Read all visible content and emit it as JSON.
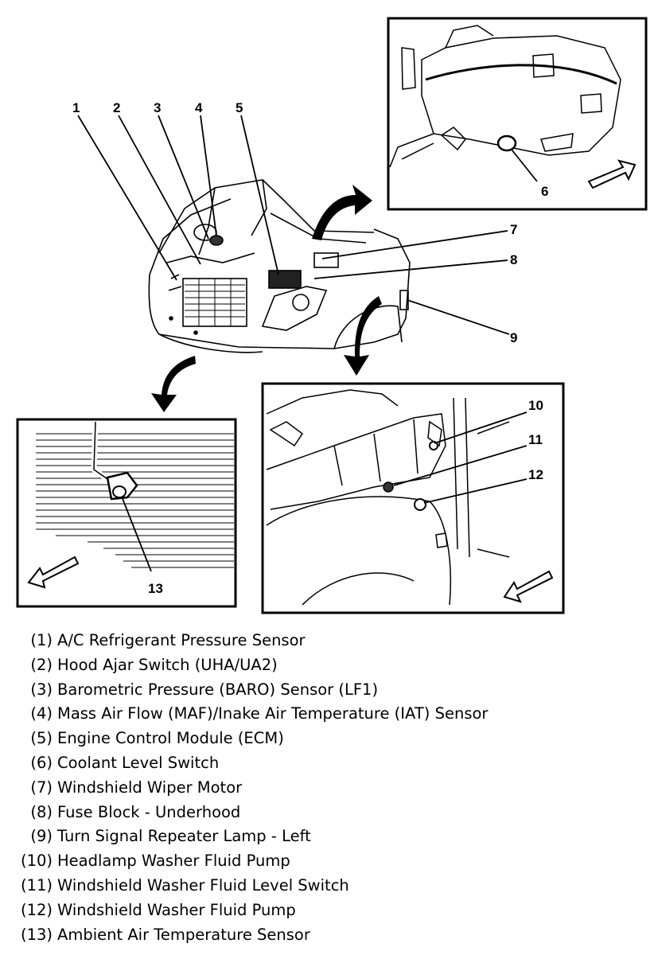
{
  "callouts": [
    "1",
    "2",
    "3",
    "4",
    "5",
    "6",
    "7",
    "8",
    "9",
    "10",
    "11",
    "12",
    "13"
  ],
  "legend": [
    {
      "num": "(1)",
      "text": "A/C Refrigerant Pressure Sensor"
    },
    {
      "num": "(2)",
      "text": "Hood Ajar Switch (UHA/UA2)"
    },
    {
      "num": "(3)",
      "text": "Barometric Pressure (BARO) Sensor (LF1)"
    },
    {
      "num": "(4)",
      "text": "Mass Air Flow (MAF)/Inake Air Temperature (IAT) Sensor"
    },
    {
      "num": "(5)",
      "text": "Engine Control Module (ECM)"
    },
    {
      "num": "(6)",
      "text": "Coolant Level Switch"
    },
    {
      "num": "(7)",
      "text": "Windshield Wiper Motor"
    },
    {
      "num": "(8)",
      "text": "Fuse Block - Underhood"
    },
    {
      "num": "(9)",
      "text": "Turn Signal Repeater Lamp - Left"
    },
    {
      "num": "(10)",
      "text": "Headlamp Washer Fluid Pump"
    },
    {
      "num": "(11)",
      "text": "Windshield Washer Fluid Level Switch"
    },
    {
      "num": "(12)",
      "text": "Windshield Washer Fluid Pump"
    },
    {
      "num": "(13)",
      "text": "Ambient Air Temperature Sensor"
    }
  ]
}
